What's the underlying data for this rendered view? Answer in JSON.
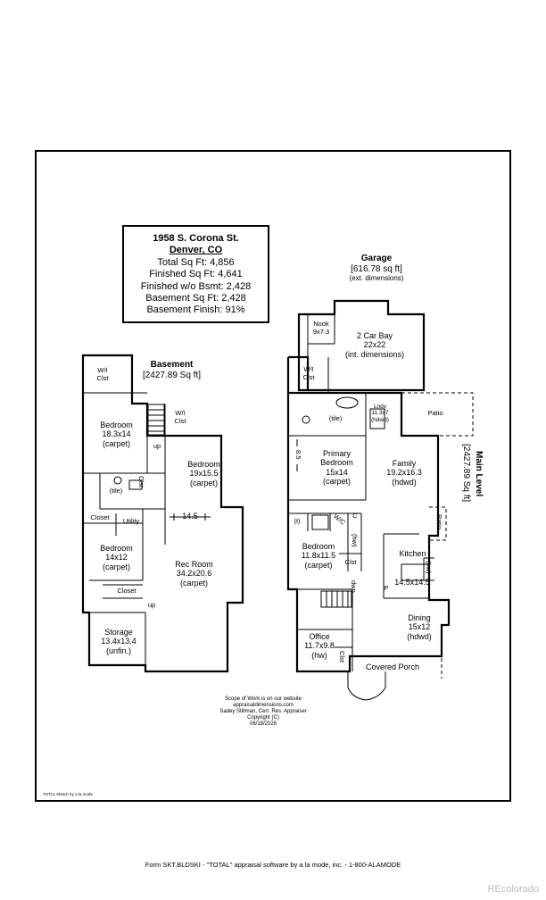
{
  "info": {
    "address": "1958 S. Corona St.",
    "city": "Denver, CO",
    "lines": [
      "Total Sq Ft: 4,856",
      "Finished Sq Ft: 4,641",
      "Finished w/o Bsmt: 2,428",
      "Basement Sq Ft: 2,428",
      "Basement Finish: 91%"
    ]
  },
  "garage": {
    "title": "Garage",
    "area": "[616.78 sq ft]",
    "note": "(ext. dimensions)",
    "bay_name": "2 Car Bay",
    "bay_dims": "22x22",
    "bay_note": "(int. dimensions)"
  },
  "basement": {
    "title": "Basement",
    "area": "[2427.89 Sq ft]"
  },
  "main_level": {
    "title": "Main Level",
    "area": "[2427.89 Sq ft]"
  },
  "basement_rooms": {
    "wi_clst": [
      "W/I",
      "Clst"
    ],
    "wi_clst2": [
      "W/I",
      "Clst"
    ],
    "bedroom1": [
      "Bedroom",
      "18.3x14",
      "(carpet)"
    ],
    "bedroom2": [
      "Bedroom",
      "19x15.5",
      "(carpet)"
    ],
    "tile": "(tile)",
    "clst": "Clst",
    "up": "up",
    "closet1": "Closet",
    "utility": "Utility",
    "dim_145": "14.5",
    "bedroom3": [
      "Bedroom",
      "14x12",
      "(carpet)"
    ],
    "rec_room": [
      "Rec Room",
      "34.2x20.6",
      "(carpet)"
    ],
    "closet2": "Closet",
    "up2": "up",
    "storage": [
      "Storage",
      "13.4x13.4",
      "(unfin.)"
    ]
  },
  "main_rooms": {
    "nook": [
      "Nook",
      "9x7.3"
    ],
    "wi_clst": [
      "W/I",
      "Clst"
    ],
    "tile": "(tile)",
    "lndy": [
      "Lndy",
      "11.3x7",
      "(hdwd)"
    ],
    "patio1": "Patio",
    "dim_85": "8.5",
    "primary_bedroom": [
      "Primary",
      "Bedroom",
      "15x14",
      "(carpet)"
    ],
    "family": [
      "Family",
      "19.2x16.3",
      "(hdwd)"
    ],
    "t": "(t)",
    "wic": "W/C",
    "c": "C",
    "hw": "(hw)",
    "patio2": "Patio",
    "bedroom": [
      "Bedroom",
      "11.8x11.5",
      "(carpet)"
    ],
    "clst": "Clst",
    "kitchen": [
      "Kitchen",
      "14.5x14.5"
    ],
    "hw2": "(hw)",
    "p": "P",
    "dwn": "dwn",
    "dining": [
      "Dining",
      "15x12",
      "(hdwd)"
    ],
    "office": [
      "Office",
      "11.7x9.8",
      "(hw)"
    ],
    "clst2": "Clst",
    "covered_porch": "Covered Porch"
  },
  "credits": [
    "Scope of Work is on our website",
    "appraisaldimensions.com",
    "Sadey Stillman, Cert. Res. Appraiser",
    "Copyright (C)",
    "06/18/2026"
  ],
  "sketch_credit": "TOTAL Sketch by a la mode",
  "footer": "Form SKT.BLDSKI - \"TOTAL\" appraisal software by a la mode, inc. - 1-800-ALAMODE",
  "watermark": "REcolorado"
}
